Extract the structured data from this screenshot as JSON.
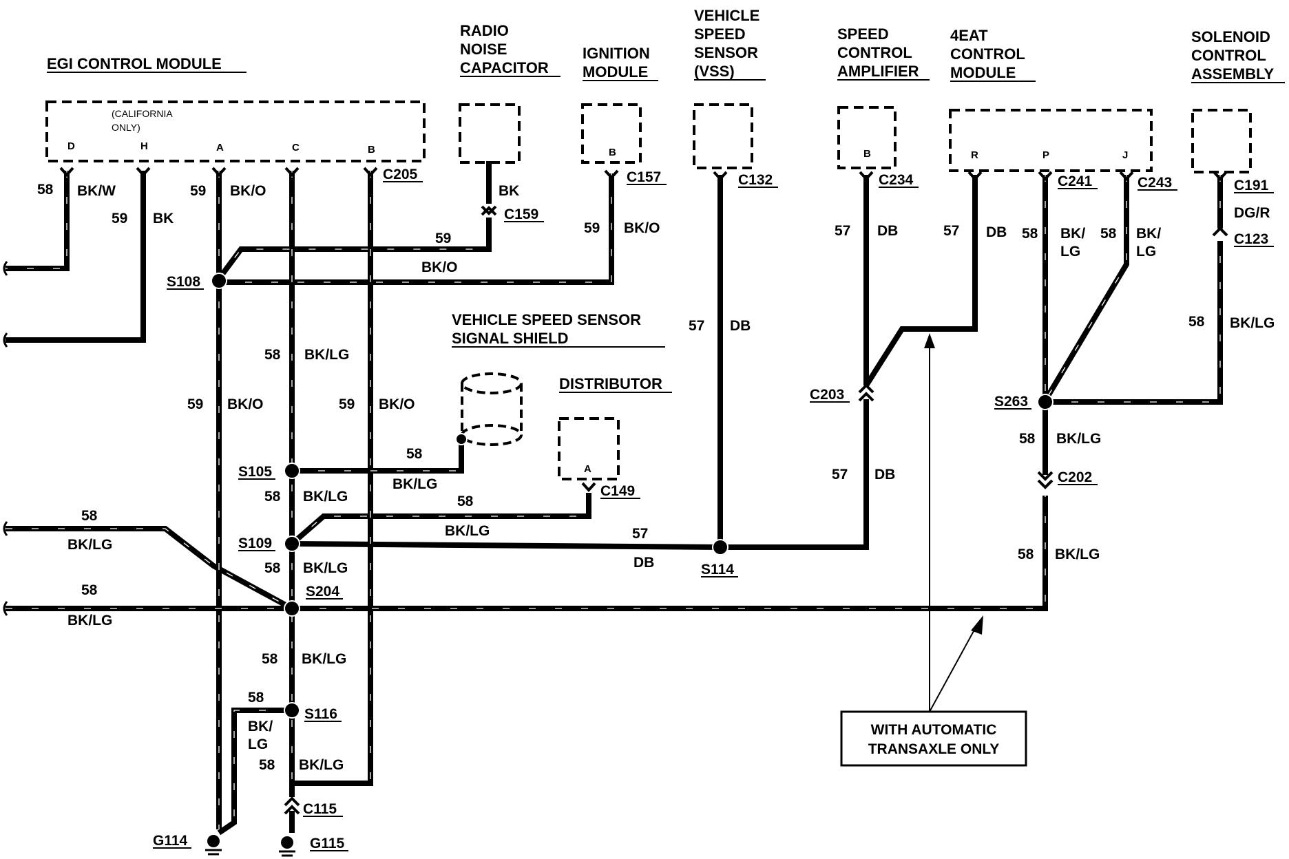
{
  "components": {
    "egi": {
      "title": "EGI CONTROL MODULE",
      "note_1": "(CALIFORNIA",
      "note_2": "ONLY)",
      "pins": [
        "D",
        "H",
        "A",
        "C",
        "B"
      ]
    },
    "radio": {
      "title_1": "RADIO",
      "title_2": "NOISE",
      "title_3": "CAPACITOR"
    },
    "ignition": {
      "title_1": "IGNITION",
      "title_2": "MODULE",
      "pin": "B"
    },
    "vss": {
      "title_1": "VEHICLE",
      "title_2": "SPEED",
      "title_3": "SENSOR",
      "title_4": "(VSS)"
    },
    "speed_amp": {
      "title_1": "SPEED",
      "title_2": "CONTROL",
      "title_3": "AMPLIFIER",
      "pin": "B"
    },
    "eat": {
      "title_1": "4EAT",
      "title_2": "CONTROL",
      "title_3": "MODULE",
      "pins": [
        "R",
        "P",
        "J"
      ]
    },
    "solenoid": {
      "title_1": "SOLENOID",
      "title_2": "CONTROL",
      "title_3": "ASSEMBLY"
    },
    "shield": {
      "title_1": "VEHICLE SPEED SENSOR",
      "title_2": "SIGNAL SHIELD"
    },
    "distributor": {
      "title": "DISTRIBUTOR",
      "pin": "A"
    }
  },
  "connectors": {
    "c205": "C205",
    "c159": "C159",
    "c157": "C157",
    "c132": "C132",
    "c234": "C234",
    "c241": "C241",
    "c243": "C243",
    "c191": "C191",
    "c123": "C123",
    "c203": "C203",
    "c202": "C202",
    "c149": "C149",
    "c115": "C115"
  },
  "splices": {
    "s108": "S108",
    "s105": "S105",
    "s109": "S109",
    "s204": "S204",
    "s116": "S116",
    "s114": "S114",
    "s263": "S263"
  },
  "grounds": {
    "g114": "G114",
    "g115": "G115"
  },
  "wire_labels": {
    "w1": "58",
    "w2": "BK/W",
    "w3": "59",
    "w4": "BK",
    "w5": "59",
    "w6": "BK/O",
    "w7": "BK",
    "w8": "59",
    "w9": "BK/O",
    "w10": "59",
    "w11": "BK/O",
    "w12": "58",
    "w13": "BK/LG",
    "w14": "59",
    "w15": "BK/O",
    "w16": "59",
    "w17": "BK/O",
    "w18": "58",
    "w19": "BK/LG",
    "w20": "58",
    "w21": "BK/LG",
    "w22": "58",
    "w23": "BK/LG",
    "w24": "58",
    "w25": "BK/LG",
    "w26": "57",
    "w27": "DB",
    "w28": "58",
    "w29": "BK/LG",
    "w30": "58",
    "w31": "BK/LG",
    "w32": "58",
    "w33": "BK/LG",
    "w34": "58",
    "w35": "BK/",
    "w36": "LG",
    "w37": "58",
    "w38": "BK/LG",
    "w39": "57",
    "w40": "DB",
    "w41": "57",
    "w42": "DB",
    "w43": "57",
    "w44": "DB",
    "w45": "57",
    "w46": "DB",
    "w47": "58",
    "w48": "BK/",
    "w49": "LG",
    "w50": "58",
    "w51": "BK/",
    "w52": "LG",
    "w53": "DG/R",
    "w54": "58",
    "w55": "BK/LG",
    "w56": "58",
    "w57": "BK/LG",
    "w58": "58",
    "w59": "BK/LG"
  },
  "note": {
    "line_1": "WITH AUTOMATIC",
    "line_2": "TRANSAXLE ONLY"
  }
}
